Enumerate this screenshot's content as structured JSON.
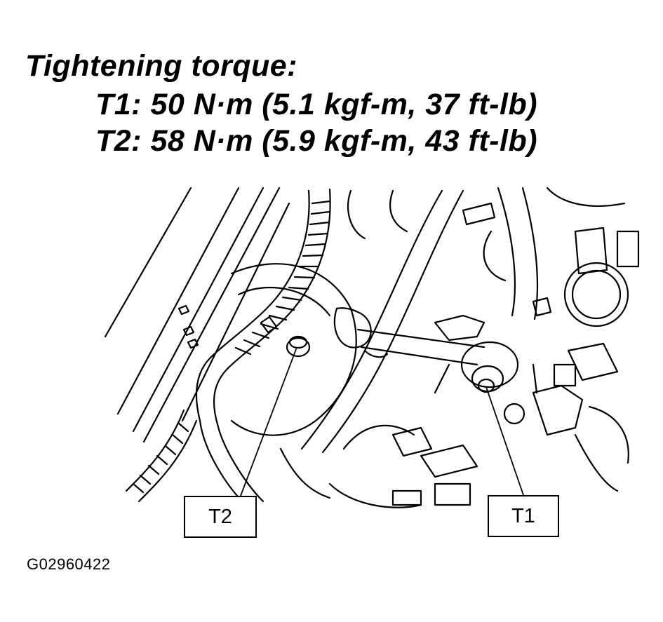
{
  "torque_spec": {
    "title": "Tightening torque:",
    "t1_line": "T1: 50 N·m (5.1 kgf-m, 37 ft-lb)",
    "t2_line": "T2: 58 N·m (5.9 kgf-m, 43 ft-lb)"
  },
  "callouts": {
    "t1_label": "T1",
    "t2_label": "T2"
  },
  "figure": {
    "id": "G02960422"
  },
  "colors": {
    "line": "#000000",
    "background": "#ffffff"
  }
}
